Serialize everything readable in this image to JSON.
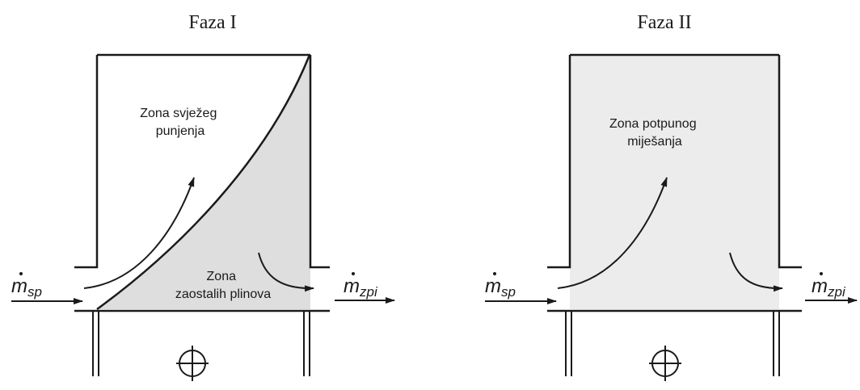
{
  "panels": [
    {
      "id": "phase-1",
      "title": "Faza I",
      "zones": [
        {
          "id": "fresh-charge",
          "lines": [
            "Zona svježeg",
            "punjenja"
          ]
        },
        {
          "id": "residual-gas",
          "lines": [
            "Zona",
            "zaostalih plinova"
          ]
        }
      ],
      "inflow": {
        "symbol": "m",
        "subscript": "sp"
      },
      "outflow": {
        "symbol": "m",
        "subscript": "zpi"
      }
    },
    {
      "id": "phase-2",
      "title": "Faza II",
      "zones": [
        {
          "id": "complete-mixing",
          "lines": [
            "Zona potpunog",
            "miješanja"
          ]
        }
      ],
      "inflow": {
        "symbol": "m",
        "subscript": "sp"
      },
      "outflow": {
        "symbol": "m",
        "subscript": "zpi"
      }
    }
  ],
  "colors": {
    "line": "#1a1a1a",
    "residual_gas_fill": "#dedede",
    "mixing_fill": "#ececec",
    "background": "#ffffff"
  }
}
